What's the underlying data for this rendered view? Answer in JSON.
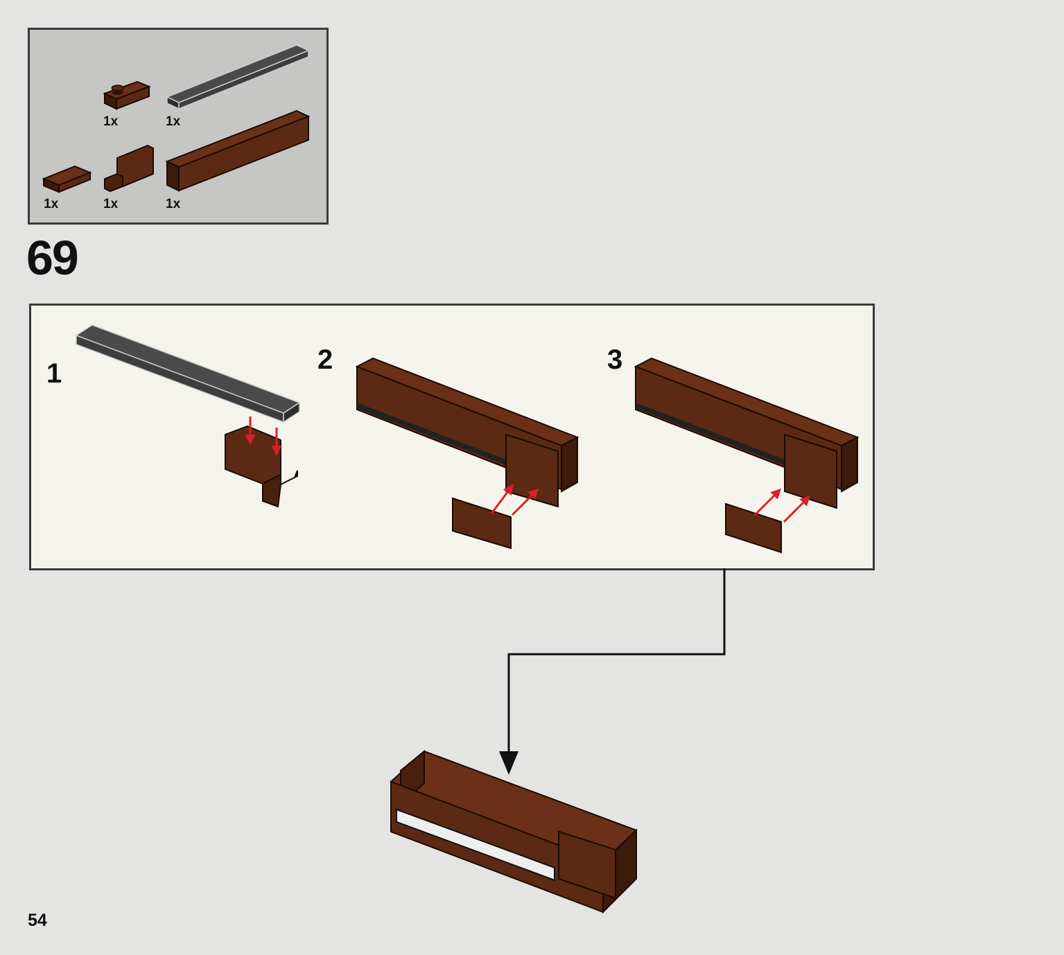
{
  "parts_list": {
    "items": [
      {
        "name": "brown-1x2-plate",
        "qty": "1x"
      },
      {
        "name": "dark-gray-1x8-plate",
        "qty": "1x"
      },
      {
        "name": "brown-1x2-tile",
        "qty": "1x"
      },
      {
        "name": "brown-bracket-2x2",
        "qty": "1x"
      },
      {
        "name": "brown-1x8-brick",
        "qty": "1x"
      }
    ]
  },
  "step": {
    "number": "69"
  },
  "substeps": [
    {
      "label": "1"
    },
    {
      "label": "2"
    },
    {
      "label": "3"
    }
  ],
  "colors": {
    "background": "#e4e4e2",
    "parts_box": "#c6c6c4",
    "substep_box": "#f5f4ec",
    "brick_brown": "#5c2a14",
    "plate_gray": "#3d3d3d",
    "arrow_red": "#d8202c"
  },
  "page": {
    "number": "54"
  }
}
